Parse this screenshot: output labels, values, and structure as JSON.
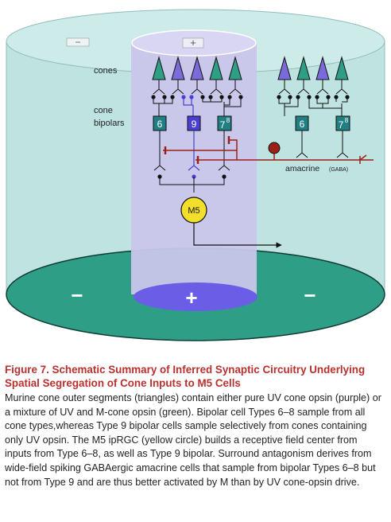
{
  "figure": {
    "labels": {
      "cones": "cones",
      "cone_bipolars_line1": "cone",
      "cone_bipolars_line2": "bipolars",
      "amacrine": "amacrine",
      "amacrine_tag": "(GABA)",
      "m5": "M5",
      "bp6_left": "6",
      "bp9": "9",
      "bp78_left_main": "7",
      "bp78_left_sup": "8",
      "bp6_right": "6",
      "bp78_right_main": "7",
      "bp78_right_sup": "8",
      "top_center_sign": "+",
      "top_left_sign": "−",
      "bottom_center_sign": "+",
      "bottom_left_sign": "−",
      "bottom_right_sign": "−"
    },
    "colors": {
      "surround": "#bfe3e0",
      "surround_disc": "#2f9e86",
      "center": "#c9c6ea",
      "center_disc": "#6a5ee6",
      "uv_cone": "#7b6ad9",
      "mixed_cone": "#2f9e86",
      "bipolar_box": "#1f7f83",
      "bipolar9_box": "#4a3fd0",
      "amacrine": "#9a2018",
      "m5": "#f3df2a"
    }
  },
  "caption": {
    "title": "Figure 7. Schematic Summary of Inferred Synaptic Circuitry Underlying Spatial Segregation of Cone Inputs to M5 Cells",
    "body": "Murine cone outer segments (triangles) contain either pure UV cone opsin (purple) or a mixture of UV and M-cone opsin (green). Bipolar cell Types 6–8 sample from all cone types,whereas Type 9 bipolar cells sample selectively from cones containing only UV opsin. The M5 ipRGC (yellow circle) builds a receptive field center from inputs from Type 6–8, as well as Type 9 bipolar. Surround antagonism derives from wide-field spiking GABAergic amacrine cells that sample from bipolar Types 6–8 but not from Type 9 and are thus better activated by M than by UV cone-opsin drive."
  }
}
